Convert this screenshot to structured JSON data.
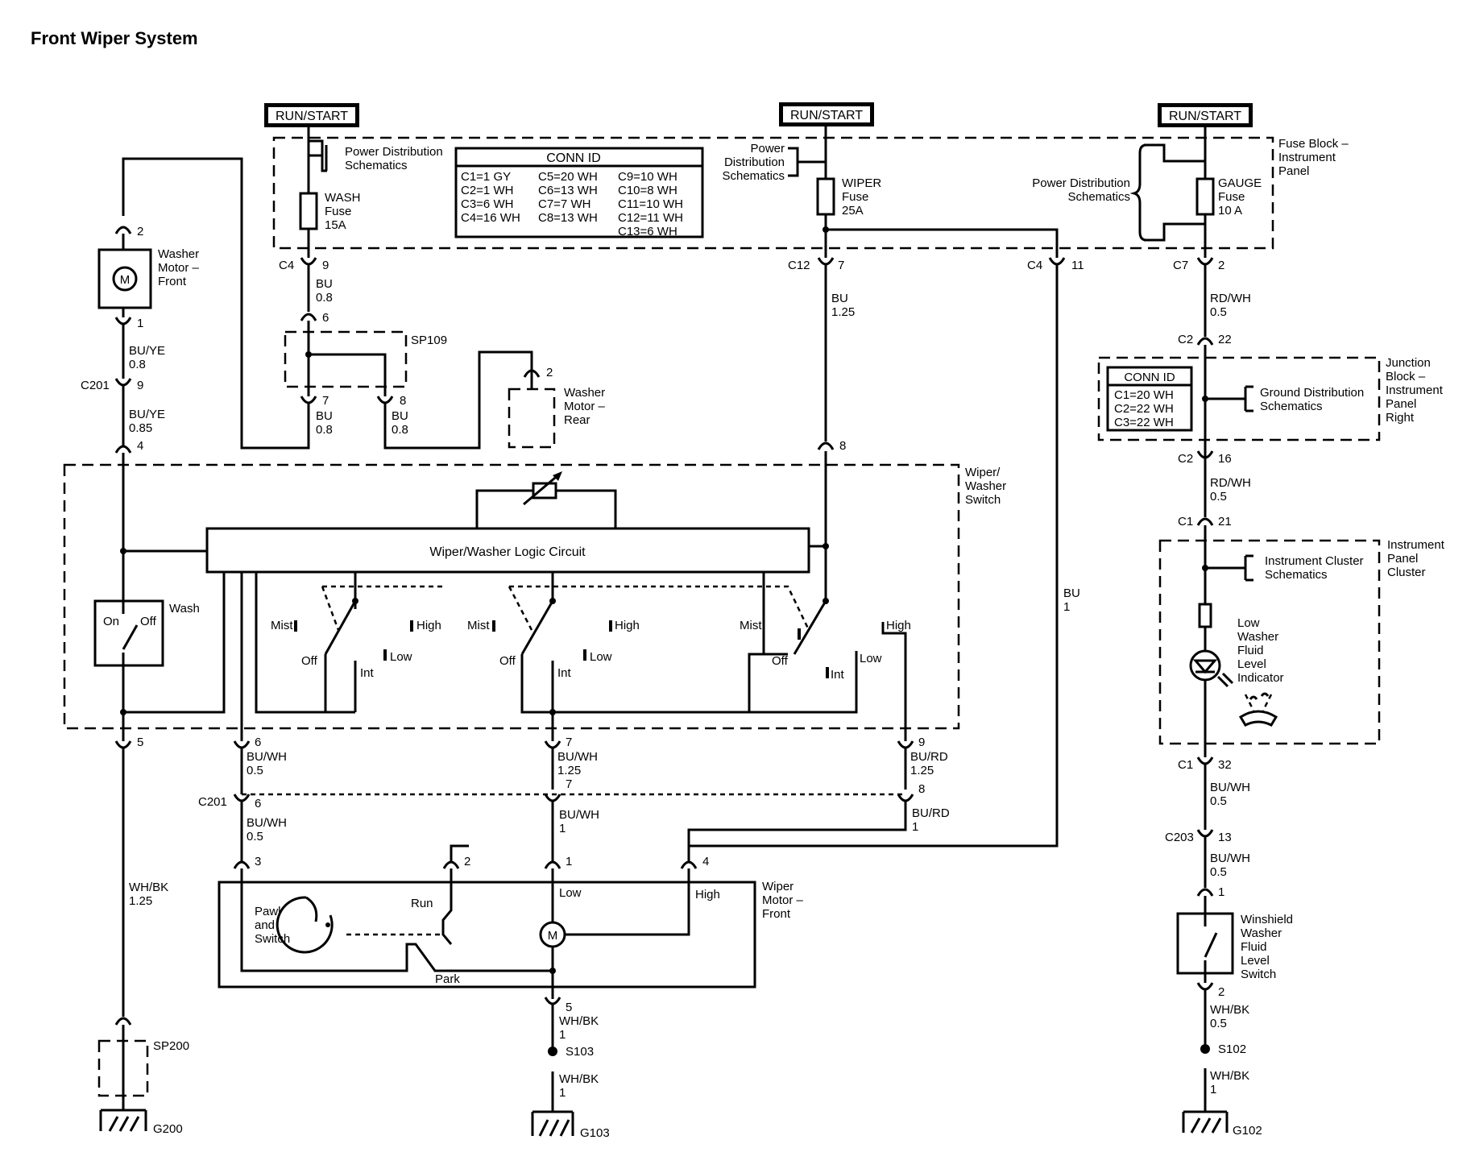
{
  "title": "Front Wiper System",
  "power": {
    "run_start_left": "RUN/START",
    "run_start_mid": "RUN/START",
    "run_start_right": "RUN/START"
  },
  "fuse_block": {
    "label_1": "Fuse Block –",
    "label_2": "Instrument",
    "label_3": "Panel",
    "pd_left_1": "Power Distribution",
    "pd_left_2": "Schematics",
    "pd_mid_1": "Power",
    "pd_mid_2": "Distribution",
    "pd_mid_3": "Schematics",
    "pd_right_1": "Power Distribution",
    "pd_right_2": "Schematics",
    "wash_fuse": [
      "WASH",
      "Fuse",
      "15A"
    ],
    "wiper_fuse": [
      "WIPER",
      "Fuse",
      "25A"
    ],
    "gauge_fuse": [
      "GAUGE",
      "Fuse",
      "10 A"
    ],
    "conn_id_title": "CONN ID",
    "conn_id_col1": [
      "C1=1 GY",
      "C2=1 WH",
      "C3=6 WH",
      "C4=16 WH"
    ],
    "conn_id_col2": [
      "C5=20 WH",
      "C6=13 WH",
      "C7=7 WH",
      "C8=13 WH"
    ],
    "conn_id_col3": [
      "C9=10 WH",
      "C10=8 WH",
      "C11=10 WH",
      "C12=11 WH",
      "C13=6 WH"
    ]
  },
  "connectors": {
    "c4": "C4",
    "c4_pin": "9",
    "c12": "C12",
    "c12_pin": "7",
    "c4b": "C4",
    "c4b_pin": "11",
    "c7": "C7",
    "c7_pin": "2",
    "c2a": "C2",
    "c2a_pin": "22",
    "c2b": "C2",
    "c2b_pin": "16",
    "c1a": "C1",
    "c1a_pin": "21",
    "c1b": "C1",
    "c1b_pin": "32",
    "c203": "C203",
    "c203_pin": "13",
    "c201a": "C201",
    "c201a_pin": "9",
    "c201b": "C201",
    "c201b_pin": "6"
  },
  "wires": {
    "bu_08_a": [
      "BU",
      "0.8"
    ],
    "bu_08_b": [
      "BU",
      "0.8"
    ],
    "bu_08_c": [
      "BU",
      "0.8"
    ],
    "bu_125": [
      "BU",
      "1.25"
    ],
    "bu_1": [
      "BU",
      "1"
    ],
    "rdwh_05_a": [
      "RD/WH",
      "0.5"
    ],
    "rdwh_05_b": [
      "RD/WH",
      "0.5"
    ],
    "buye_08": [
      "BU/YE",
      "0.8"
    ],
    "buye_085": [
      "BU/YE",
      "0.85"
    ],
    "buwh_05_a": [
      "BU/WH",
      "0.5"
    ],
    "buwh_125": [
      "BU/WH",
      "1.25"
    ],
    "burd_125": [
      "BU/RD",
      "1.25"
    ],
    "buwh_05_b": [
      "BU/WH",
      "0.5"
    ],
    "buwh_1": [
      "BU/WH",
      "1"
    ],
    "burd_1": [
      "BU/RD",
      "1"
    ],
    "whbk_125": [
      "WH/BK",
      "1.25"
    ],
    "whbk_1_a": [
      "WH/BK",
      "1"
    ],
    "whbk_1_b": [
      "WH/BK",
      "1"
    ],
    "buwh_05_c": [
      "BU/WH",
      "0.5"
    ],
    "buwh_05_d": [
      "BU/WH",
      "0.5"
    ],
    "whbk_05": [
      "WH/BK",
      "0.5"
    ],
    "whbk_1_c": [
      "WH/BK",
      "1"
    ]
  },
  "pins": {
    "p2": "2",
    "p1": "1",
    "p4": "4",
    "p5": "5",
    "p6a": "6",
    "p7a": "7",
    "p8a": "8",
    "p2r": "2",
    "p8w": "8",
    "p6": "6",
    "p7": "7",
    "p9": "9",
    "p7b": "7",
    "p8b": "8",
    "p6b": "6",
    "m3": "3",
    "m2": "2",
    "m1": "1",
    "m4": "4",
    "m5": "5",
    "s1": "1",
    "s2": "2"
  },
  "splices": {
    "sp109": "SP109",
    "sp200": "SP200",
    "s103": "S103",
    "s102": "S102"
  },
  "grounds": {
    "g200": "G200",
    "g103": "G103",
    "g102": "G102"
  },
  "components": {
    "washer_motor_front": [
      "Washer",
      "Motor –",
      "Front"
    ],
    "washer_motor_rear": [
      "Washer",
      "Motor –",
      "Rear"
    ],
    "wiper_washer_switch": [
      "Wiper/",
      "Washer",
      "Switch"
    ],
    "logic_circuit": "Wiper/Washer Logic Circuit",
    "wash": "Wash",
    "on": "On",
    "off": "Off",
    "mist": "Mist",
    "high": "High",
    "low": "Low",
    "int": "Int",
    "wiper_motor_front": [
      "Wiper",
      "Motor –",
      "Front"
    ],
    "pawl_switch": [
      "Pawl",
      "and",
      "Switch"
    ],
    "run": "Run",
    "park": "Park",
    "motor_low": "Low",
    "motor_high": "High",
    "motor_symbol": "M",
    "junction_block": [
      "Junction",
      "Block –",
      "Instrument",
      "Panel",
      "Right"
    ],
    "jb_conn_title": "CONN ID",
    "jb_conn": [
      "C1=20 WH",
      "C2=22 WH",
      "C3=22 WH"
    ],
    "ground_distribution": [
      "Ground Distribution",
      "Schematics"
    ],
    "instrument_cluster": [
      "Instrument",
      "Panel",
      "Cluster"
    ],
    "ic_schematics": [
      "Instrument Cluster",
      "Schematics"
    ],
    "indicator": [
      "Low",
      "Washer",
      "Fluid",
      "Level",
      "Indicator"
    ],
    "fluid_switch": [
      "Winshield",
      "Washer",
      "Fluid",
      "Level",
      "Switch"
    ]
  }
}
